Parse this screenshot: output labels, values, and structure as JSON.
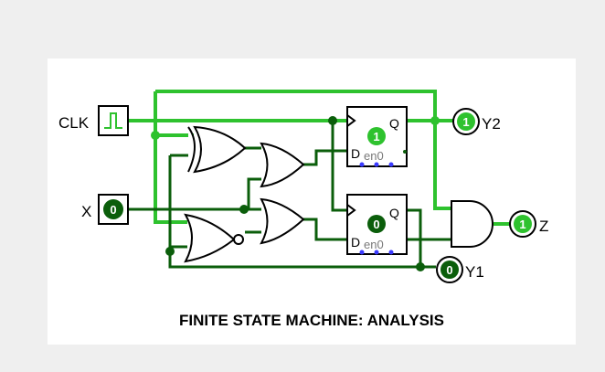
{
  "title": "FINITE STATE MACHINE: ANALYSIS",
  "inputs": {
    "clk": {
      "label": "CLK"
    },
    "x": {
      "label": "X",
      "value": "0"
    }
  },
  "flipflops": [
    {
      "q_label": "Q",
      "d_label": "D",
      "en_label": "en0",
      "value": "1"
    },
    {
      "q_label": "Q",
      "d_label": "D",
      "en_label": "en0",
      "value": "0"
    }
  ],
  "outputs": {
    "y2": {
      "label": "Y2",
      "value": "1"
    },
    "y1": {
      "label": "Y1",
      "value": "0"
    },
    "z": {
      "label": "Z",
      "value": "1"
    }
  },
  "colors": {
    "wire_high": "#2ec22e",
    "wire_low": "#0b5e0b",
    "background": "#efefef"
  }
}
